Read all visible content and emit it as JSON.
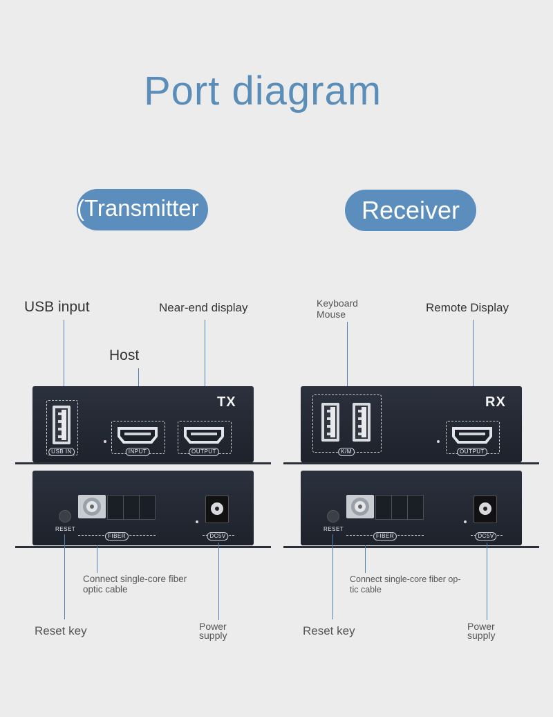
{
  "title": "Port diagram",
  "transmitter": {
    "heading": "(Transmitter",
    "tag": "TX",
    "labels": {
      "usb_input": "USB input",
      "near_end_display": "Near-end display",
      "host": "Host",
      "fiber_desc": "Connect single-core fiber optic cable",
      "reset_key": "Reset key",
      "power_supply": "Power supply"
    },
    "ports": {
      "usb": "USB IN",
      "input": "INPUT",
      "output": "OUTPUT",
      "reset": "RESET",
      "fiber": "FIBER",
      "dc": "DC5V"
    }
  },
  "receiver": {
    "heading": "Receiver",
    "tag": "RX",
    "labels": {
      "keyboard_mouse": "Keyboard Mouse",
      "remote_display": "Remote Display",
      "fiber_desc": "Connect single-core fiber op- tic cable",
      "reset_key": "Reset key",
      "power_supply": "Power supply"
    },
    "ports": {
      "km": "K/M",
      "output": "OUTPUT",
      "reset": "RESET",
      "fiber": "FIBER",
      "dc": "DC5V"
    }
  }
}
